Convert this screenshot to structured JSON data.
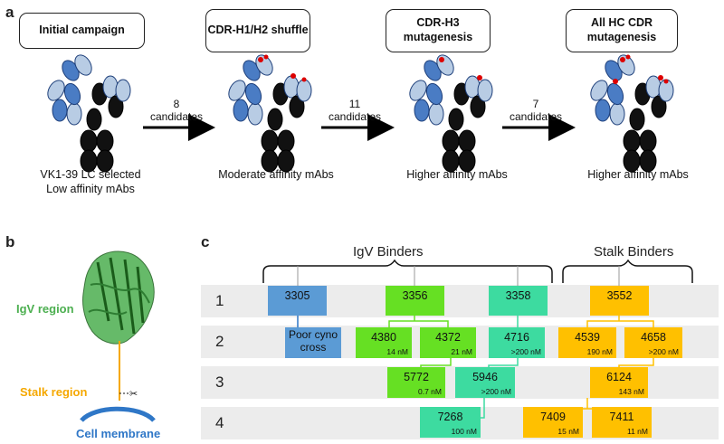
{
  "panel_a": {
    "letter": "a",
    "stages": [
      {
        "title": "Initial campaign",
        "caption": [
          "VK1-39 LC selected",
          "Low affinity mAbs"
        ]
      },
      {
        "title": "CDR-H1/H2 shuffle",
        "caption": [
          "Moderate affinity mAbs"
        ]
      },
      {
        "title": "CDR-H3 mutagenesis",
        "caption": [
          "Higher affinity mAbs"
        ]
      },
      {
        "title": "All HC CDR mutagenesis",
        "caption": [
          "Higher affinity mAbs"
        ]
      }
    ],
    "transitions": [
      {
        "count": "8",
        "unit": "candidates"
      },
      {
        "count": "11",
        "unit": "candidates"
      },
      {
        "count": "7",
        "unit": "candidates"
      }
    ]
  },
  "panel_b": {
    "letter": "b",
    "igv_label": "IgV region",
    "stalk_label": "Stalk region",
    "membrane_label": "Cell membrane"
  },
  "panel_c": {
    "letter": "c",
    "groups": {
      "igv": "IgV Binders",
      "stalk": "Stalk Binders"
    },
    "rows": [
      "1",
      "2",
      "3",
      "4"
    ],
    "clones": {
      "c3305": {
        "id": "3305",
        "affinity": ""
      },
      "poor": {
        "id": "Poor cyno cross",
        "affinity": ""
      },
      "c3356": {
        "id": "3356",
        "affinity": ""
      },
      "c3358": {
        "id": "3358",
        "affinity": ""
      },
      "c3552": {
        "id": "3552",
        "affinity": ""
      },
      "c4380": {
        "id": "4380",
        "affinity": "14 nM"
      },
      "c4372": {
        "id": "4372",
        "affinity": "21 nM"
      },
      "c4716": {
        "id": "4716",
        "affinity": ">200 nM"
      },
      "c4539": {
        "id": "4539",
        "affinity": "190 nM"
      },
      "c4658": {
        "id": "4658",
        "affinity": ">200 nM"
      },
      "c5772": {
        "id": "5772",
        "affinity": "0.7 nM"
      },
      "c5946": {
        "id": "5946",
        "affinity": ">200 nM"
      },
      "c6124": {
        "id": "6124",
        "affinity": "143 nM"
      },
      "c7268": {
        "id": "7268",
        "affinity": "100 nM"
      },
      "c7409": {
        "id": "7409",
        "affinity": "15 nM"
      },
      "c7411": {
        "id": "7411",
        "affinity": "11 nM"
      }
    },
    "colors": {
      "blue": "#5b9bd5",
      "green": "#66e023",
      "teal": "#3ddba0",
      "orange": "#ffc000"
    }
  }
}
